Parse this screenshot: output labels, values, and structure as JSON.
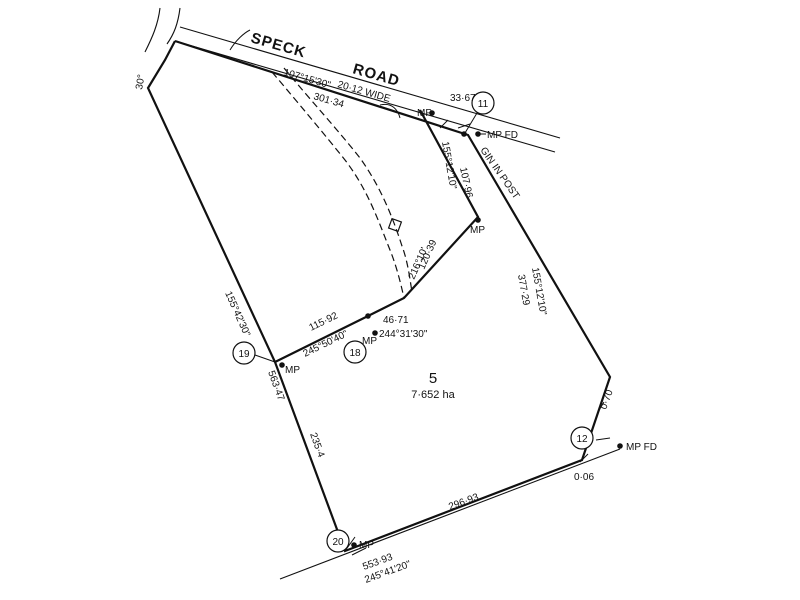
{
  "road": {
    "name_1": "SPECK",
    "name_2": "ROAD",
    "width": "20·12 WIDE"
  },
  "lot": {
    "number": "5",
    "area": "7·652 ha"
  },
  "stations": [
    {
      "id": "11",
      "label": "11"
    },
    {
      "id": "12",
      "label": "12"
    },
    {
      "id": "18",
      "label": "18"
    },
    {
      "id": "19",
      "label": "19"
    },
    {
      "id": "20",
      "label": "20"
    }
  ],
  "marks": {
    "mp": "MP",
    "mp_fd": "MP FD",
    "gin_in_post": "GIN IN POST"
  },
  "bearings": {
    "road_frontage": "107°15'30\"",
    "offset_right_road": "155°12'10\"",
    "east_boundary": "155°12'10\"",
    "west_boundary": "155°42'30\"",
    "inner_diag": "216°10'",
    "inner_mid": "244°31'30\"",
    "inner_west": "245°50'40\"",
    "south_boundary": "245°41'20\""
  },
  "distances": {
    "road_frontage": "301·34",
    "road_corner": "33·67",
    "offset_right_road": "107·96",
    "east_boundary": "377·29",
    "inner_diag": "120·39",
    "inner_mid": "46·71",
    "inner_west": "115·92",
    "west_upper": "563·47",
    "west_lower": "235·4",
    "south_boundary": "296·93",
    "south_full": "553·93",
    "offset_a": "0·70",
    "offset_b": "0·06",
    "top_left_partial": "30°"
  }
}
